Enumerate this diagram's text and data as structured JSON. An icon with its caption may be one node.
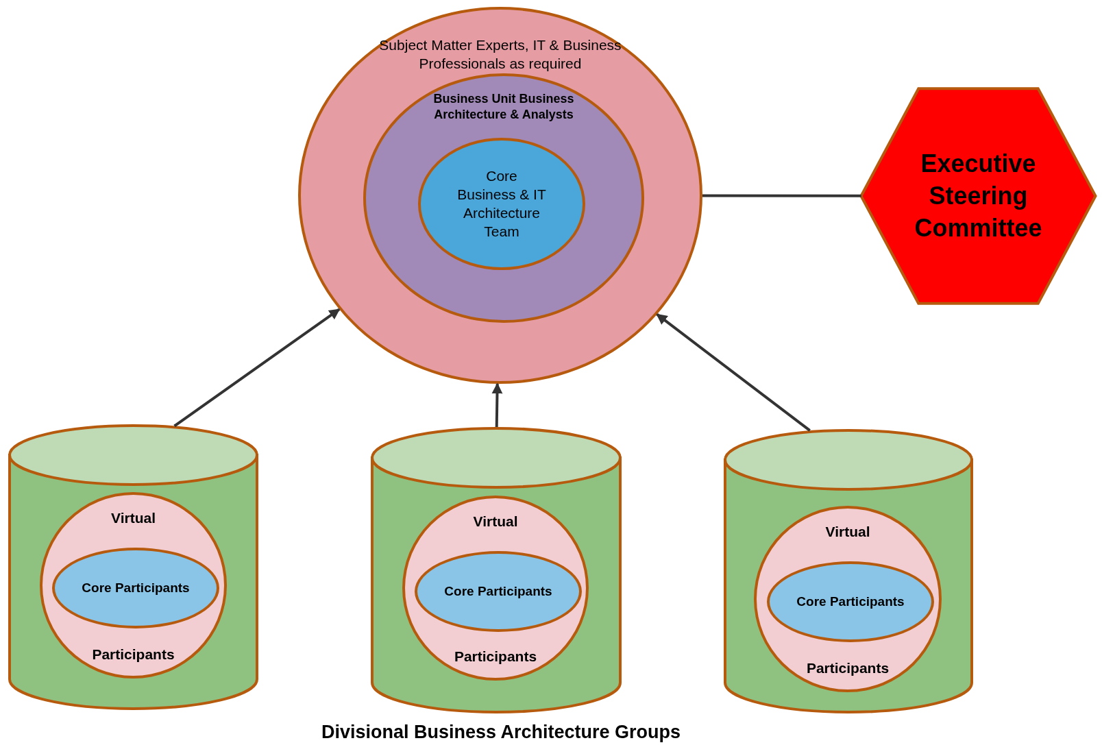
{
  "diagram": {
    "caption": "Divisional Business Architecture Groups",
    "nodes": [
      {
        "text": [
          "Subject Matter Experts, IT & Business Professionals as required"
        ]
      },
      {
        "text": [
          "Business Unit Business Architecture & Analysts"
        ],
        "in": 0
      },
      {
        "text": [
          "Core Business & IT Architecture Team"
        ],
        "in": 1
      },
      {
        "text": [
          "Executive Steering Committee"
        ]
      },
      {
        "text": [],
        "shape": "cylinder"
      },
      {
        "text": [
          "Virtual",
          "Participants"
        ],
        "in": 4
      },
      {
        "text": [
          "Core Participants"
        ],
        "in": 5
      },
      {
        "text": [],
        "shape": "cylinder"
      },
      {
        "text": [
          "Virtual",
          "Participants"
        ],
        "in": 7
      },
      {
        "text": [
          "Core Participants"
        ],
        "in": 8
      },
      {
        "text": [],
        "shape": "cylinder"
      },
      {
        "text": [
          "Virtual",
          "Participants"
        ],
        "in": 10
      },
      {
        "text": [
          "Core Participants"
        ],
        "in": 11
      }
    ],
    "edges": [
      {
        "from": 0,
        "to": 3,
        "arrow": "none"
      },
      {
        "from": 4,
        "to": 0,
        "arrow": "to"
      },
      {
        "from": 7,
        "to": 0,
        "arrow": "to"
      },
      {
        "from": 10,
        "to": 0,
        "arrow": "to"
      }
    ]
  }
}
